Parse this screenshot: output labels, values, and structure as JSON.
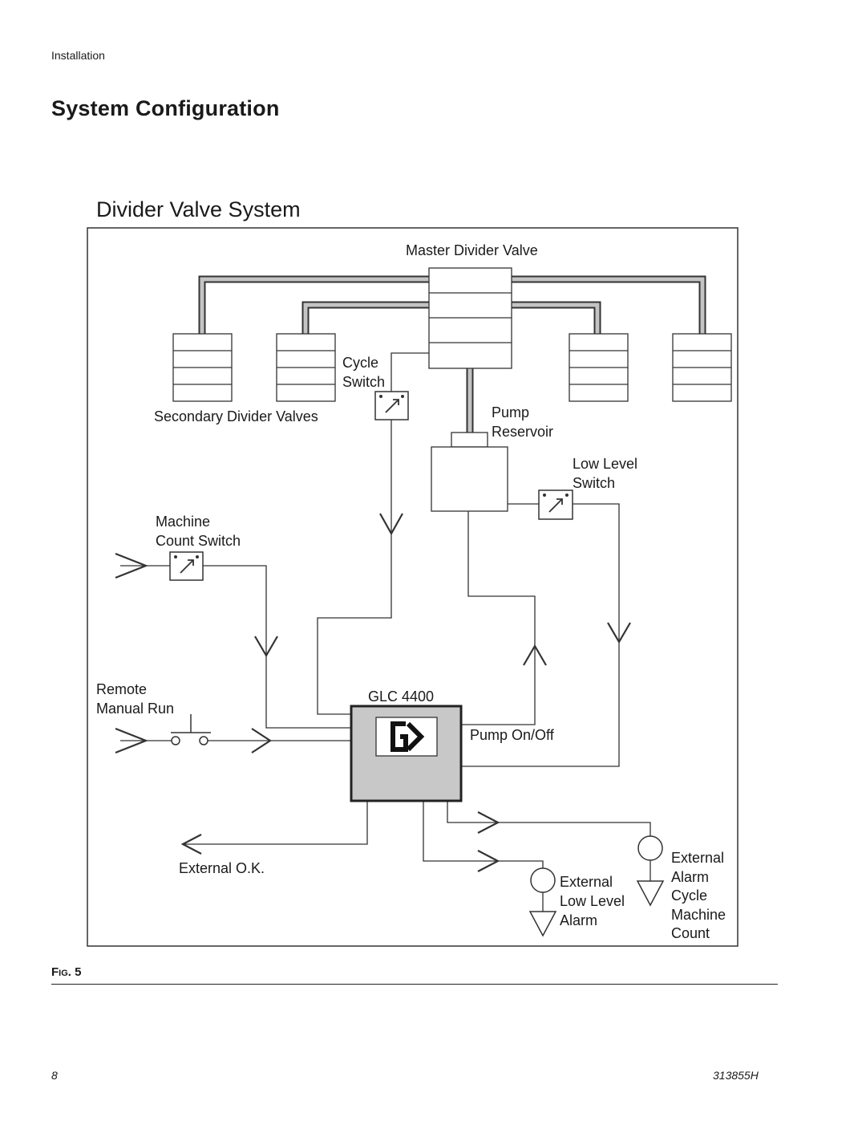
{
  "header": {
    "section": "Installation"
  },
  "page_title": "System Configuration",
  "figure": {
    "title": "Divider Valve System",
    "caption_prefix": "F",
    "caption_small": "IG",
    "caption_suffix": ". 5",
    "labels": {
      "master_divider_valve": "Master Divider Valve",
      "cycle_switch": [
        "Cycle",
        "Switch"
      ],
      "secondary_divider_valves": "Secondary Divider Valves",
      "pump_reservoir": [
        "Pump",
        "Reservoir"
      ],
      "low_level_switch": [
        "Low Level",
        "Switch"
      ],
      "machine_count_switch": [
        "Machine",
        "Count Switch"
      ],
      "remote_manual_run": [
        "Remote",
        "Manual Run"
      ],
      "controller": "GLC 4400",
      "pump_on_off": "Pump On/Off",
      "external_ok": "External O.K.",
      "external_low_level_alarm": [
        "External",
        "Low Level",
        "Alarm"
      ],
      "external_alarm_cycle_machine_count": [
        "External",
        "Alarm",
        "Cycle",
        "Machine",
        "Count"
      ]
    },
    "icons": [
      "graco-logo-icon",
      "switch-icon",
      "pushbutton-icon",
      "alarm-lamp-icon",
      "arrow-icon"
    ]
  },
  "footer": {
    "page_number": "8",
    "document_number": "313855H"
  }
}
